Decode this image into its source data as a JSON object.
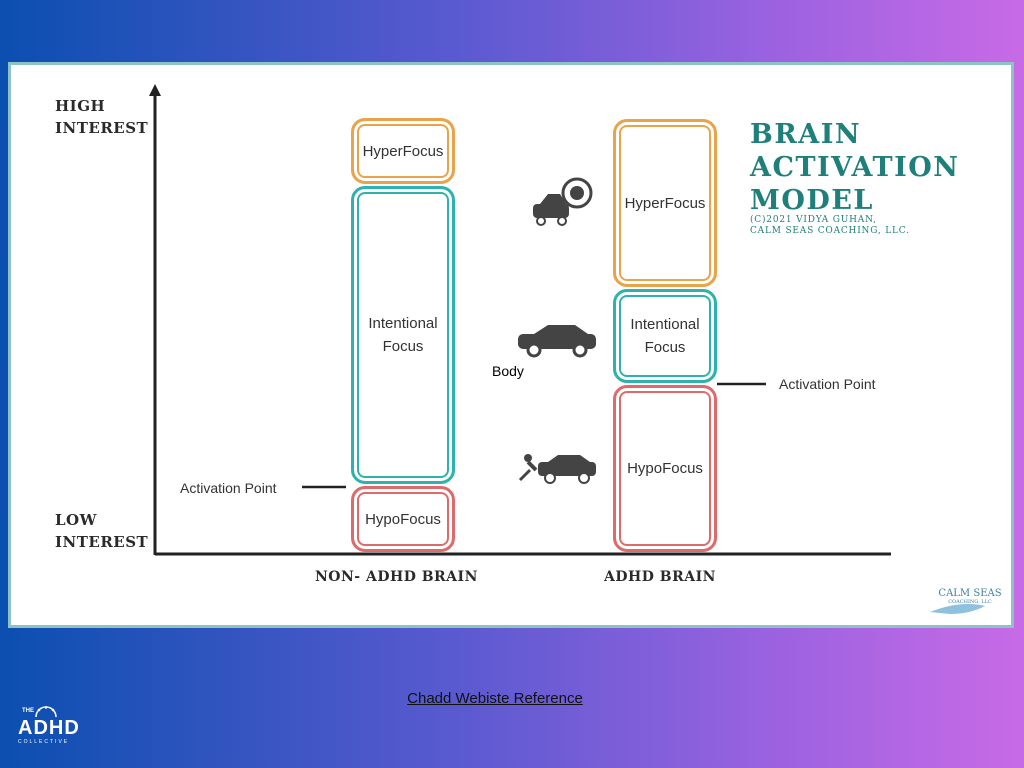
{
  "diagram": {
    "title_lines": [
      "BRAIN",
      "ACTIVATION",
      "MODEL"
    ],
    "copyright_lines": [
      "(C)2021 VIDYA GUHAN,",
      "CALM SEAS COACHING, LLC."
    ],
    "y_axis": {
      "high_lines": [
        "HIGH",
        "INTEREST"
      ],
      "low_lines": [
        "LOW",
        "INTEREST"
      ]
    },
    "non_adhd": {
      "column_label": "NON- ADHD BRAIN",
      "hyperfocus": "HyperFocus",
      "intentional_lines": [
        "Intentional",
        "Focus"
      ],
      "hypofocus": "HypoFocus",
      "activation_point": "Activation Point"
    },
    "adhd": {
      "column_label": "ADHD BRAIN",
      "hyperfocus": "HyperFocus",
      "intentional_lines": [
        "Intentional",
        "Focus"
      ],
      "hypofocus": "HypoFocus",
      "activation_point": "Activation Point"
    },
    "stray_text": "Body",
    "logo_text_lines": [
      "CALM SEAS",
      "COACHING, LLC"
    ],
    "colors": {
      "hyperfocus": "#e9a34a",
      "intentional": "#2fb1ad",
      "hypofocus": "#de6b6b",
      "title": "#1f7f7a"
    }
  },
  "footer": {
    "reference_link": "Chadd Webiste Reference",
    "logo_small": "THE",
    "logo_main": "ADHD",
    "logo_sub": "COLLECTIVE"
  }
}
